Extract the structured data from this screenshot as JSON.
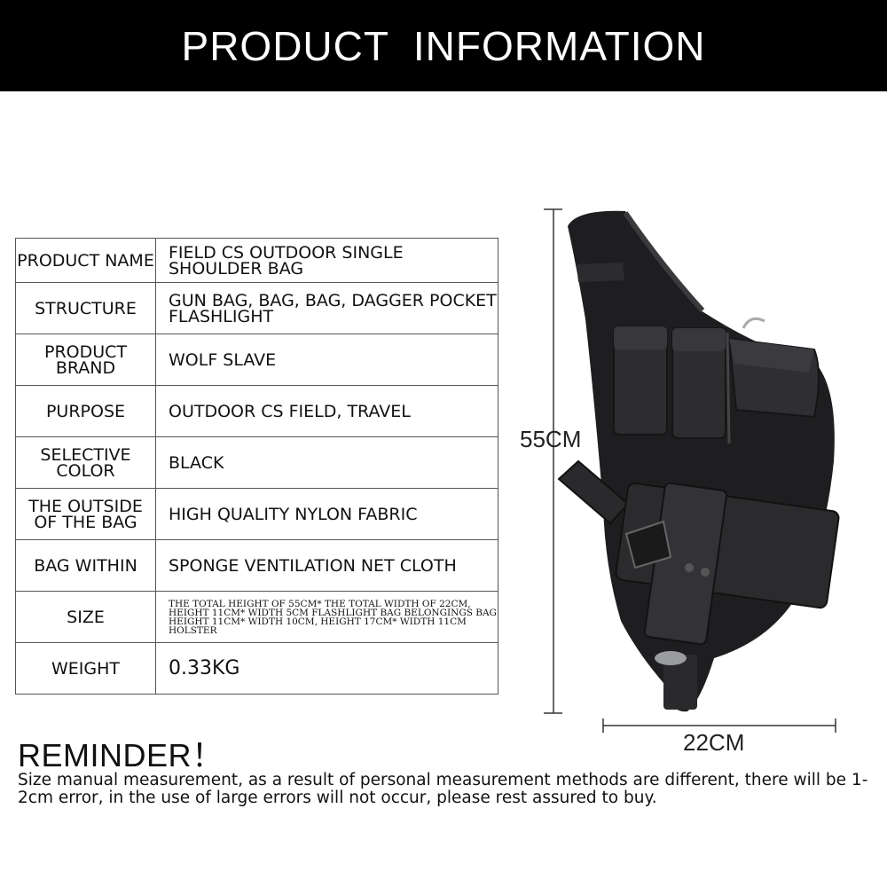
{
  "banner": {
    "title": "PRODUCT INFORMATION"
  },
  "table": {
    "rows": [
      {
        "label": "PRODUCT NAME",
        "value": "FIELD CS OUTDOOR SINGLE SHOULDER BAG"
      },
      {
        "label": "STRUCTURE",
        "value": "GUN BAG, BAG, BAG, DAGGER POCKET FLASHLIGHT"
      },
      {
        "label": "PRODUCT BRAND",
        "value": "WOLF SLAVE"
      },
      {
        "label": "PURPOSE",
        "value": "OUTDOOR CS FIELD, TRAVEL"
      },
      {
        "label": "SELECTIVE COLOR",
        "value": "BLACK"
      },
      {
        "label": "THE OUTSIDE OF THE BAG",
        "value": "HIGH QUALITY NYLON FABRIC"
      },
      {
        "label": "BAG WITHIN",
        "value": "SPONGE VENTILATION NET CLOTH"
      },
      {
        "label": "SIZE",
        "value": "THE TOTAL HEIGHT OF 55CM* THE TOTAL WIDTH OF 22CM, HEIGHT 11CM* WIDTH 5CM FLASHLIGHT BAG BELONGINGS BAG HEIGHT 11CM* WIDTH 10CM, HEIGHT 17CM* WIDTH 11CM HOLSTER"
      },
      {
        "label": "WEIGHT",
        "value": "0.33KG"
      }
    ]
  },
  "dimensions": {
    "height": "55CM",
    "width": "22CM"
  },
  "reminder": {
    "title": "REMINDER！",
    "text": "Size manual measurement, as a result of personal measurement methods are different, there will be 1-2cm error, in the use of large errors will not occur, please rest assured to buy."
  }
}
